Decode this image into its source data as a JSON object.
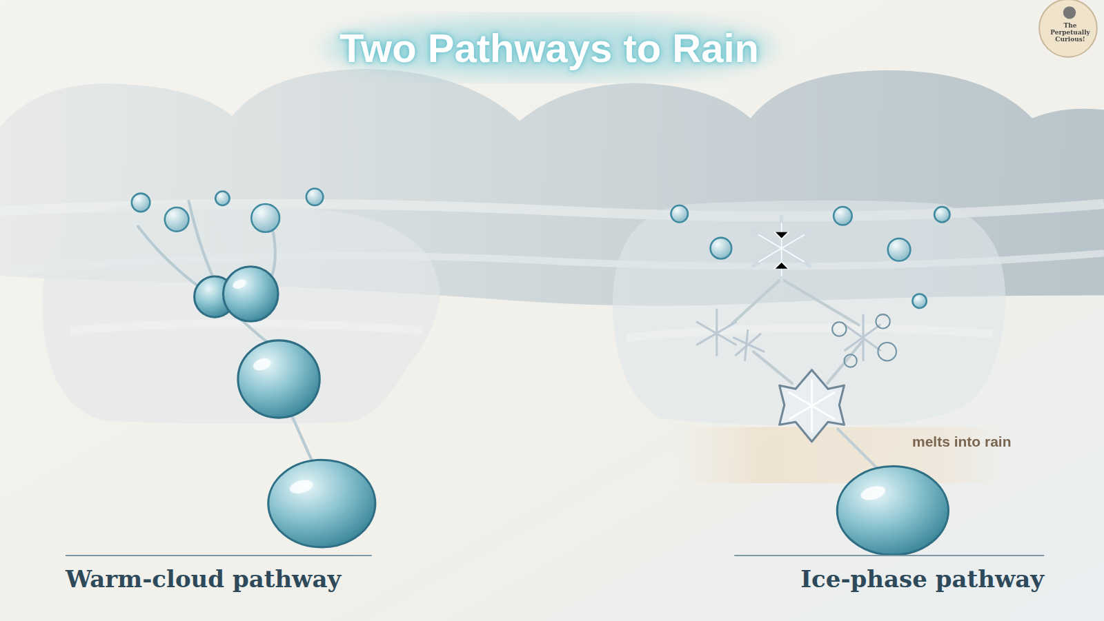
{
  "diagram": {
    "title": "Two Pathways to Rain",
    "labels": [
      "melts into rain",
      "Warm-cloud pathway",
      "Ice-phase pathway",
      "The Perpetually Curious!"
    ]
  }
}
